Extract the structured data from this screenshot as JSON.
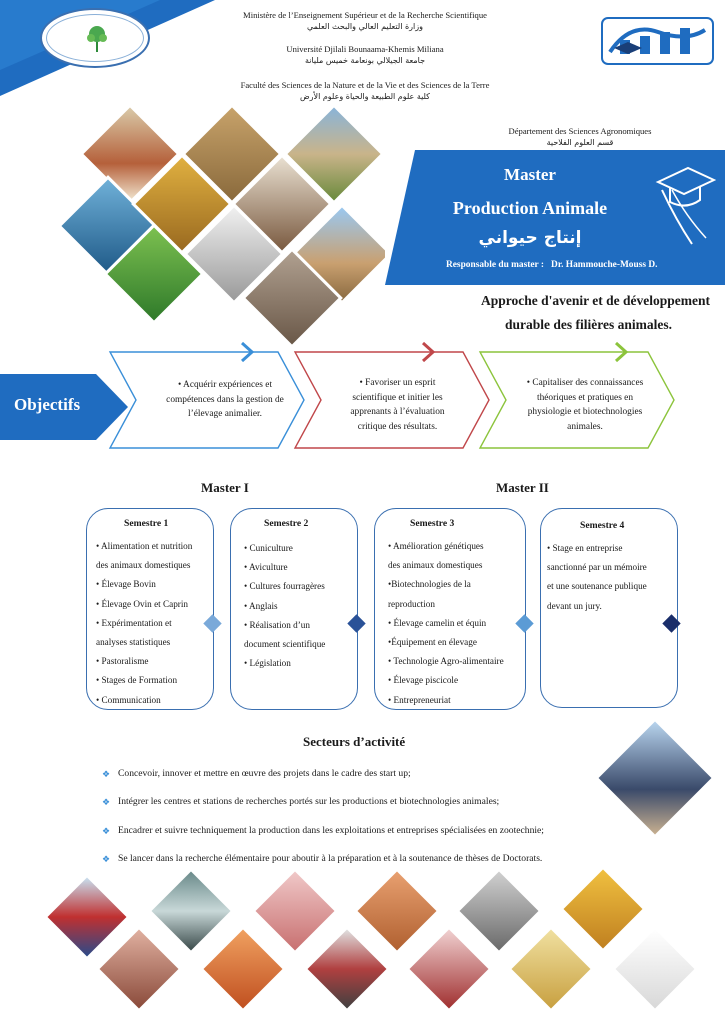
{
  "header": {
    "ministry_fr": "Ministère de l’Enseignement Supérieur et de la Recherche Scientifique",
    "ministry_ar": "وزارة التعليم العالي والبحث العلمي",
    "university_fr": "Université Djilali Bounaama-Khemis Miliana",
    "university_ar": "جامعة الجيلالي بونعامة خميس مليانة",
    "faculty_fr": "Faculté des Sciences de la Nature et de la Vie et des Sciences de la Terre",
    "faculty_ar": "كلية علوم الطبيعة والحياة وعلوم الأرض",
    "department_fr": "Département des Sciences Agronomiques",
    "department_ar": "قسم العلوم الفلاحية"
  },
  "banner": {
    "master": "Master",
    "title": "Production Animale",
    "title_ar": "إنتاج حيواني",
    "responsable": "Responsable du master :   Dr. Hammouche-Mouss D."
  },
  "tagline": {
    "line1": "Approche d'avenir et de développement",
    "line2": "durable des filières animales."
  },
  "objectives": {
    "label": "Objectifs",
    "items": [
      {
        "l1": "• Acquérir expériences et",
        "l2": "compétences dans la gestion de",
        "l3": "l’élevage animalier."
      },
      {
        "l1": "•  Favoriser un esprit",
        "l2": "scientifique et initier les",
        "l3": "apprenants à l’évaluation",
        "l4": "critique des résultats."
      },
      {
        "l1": "•  Capitaliser des connaissances",
        "l2": "théoriques et pratiques en",
        "l3": "physiologie et biotechnologies",
        "l4": "animales."
      }
    ]
  },
  "masters": {
    "m1": "Master I",
    "m2": "Master II"
  },
  "semesters": [
    {
      "title": "Semestre 1",
      "items": [
        "• Alimentation et nutrition",
        "des animaux domestiques",
        "• Élevage Bovin",
        "• Élevage Ovin et Caprin",
        "• Expérimentation et",
        "analyses statistiques",
        "• Pastoralisme",
        "• Stages de Formation",
        "• Communication"
      ]
    },
    {
      "title": "Semestre 2",
      "items": [
        "• Cuniculture",
        "• Aviculture",
        "• Cultures fourragères",
        "• Anglais",
        "• Réalisation d’un",
        "document scientifique",
        "• Législation"
      ]
    },
    {
      "title": "Semestre 3",
      "items": [
        "• Amélioration génétiques",
        "des animaux domestiques",
        "•Biotechnologies de la",
        "reproduction",
        "• Élevage camelin et équin",
        "•Équipement en élevage",
        "• Technologie Agro-alimentaire",
        "• Élevage piscicole",
        "• Entrepreneuriat"
      ]
    },
    {
      "title": "Semestre 4",
      "items": [
        "• Stage       en       entreprise",
        "sanctionné par un mémoire",
        "et une soutenance publique",
        "devant un jury."
      ]
    }
  ],
  "sectors": {
    "title": "Secteurs d’activité",
    "items": [
      "Concevoir, innover et mettre en œuvre des projets dans le cadre des start up;",
      "Intégrer les centres et stations de recherches portés sur les productions et biotechnologies animales;",
      "Encadrer et suivre techniquement la production dans les exploitations et entreprises spécialisées en zootechnie;",
      "Se lancer dans la recherche élémentaire pour aboutir à la préparation et à la soutenance de thèses de Doctorats."
    ]
  },
  "colors": {
    "primary_blue": "#1f6cc0",
    "dark_blue": "#1a3f78",
    "chevron_blue": "#3a8fd8",
    "chevron_red": "#c0474a",
    "chevron_green": "#8cc43c"
  }
}
